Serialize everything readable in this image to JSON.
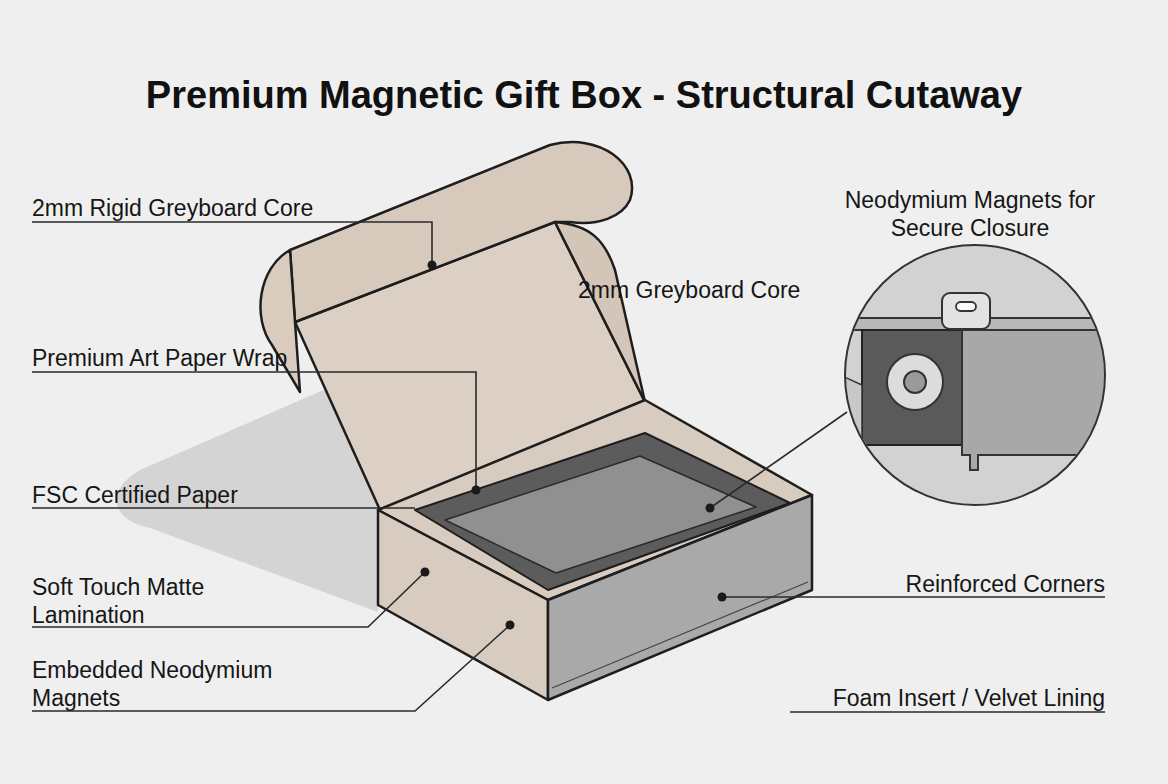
{
  "diagram": {
    "title": "Premium Magnetic Gift Box - Structural Cutaway",
    "labels": [
      "2mm Rigid Greyboard Core",
      "Neodymium Magnets for Secure Closure",
      "2mm Greyboard Core",
      "Premium Art Paper Wrap",
      "FSC Certified Paper",
      "Reinforced Corners",
      "Soft Touch Matte Lamination",
      "Embedded Neodymium Magnets",
      "Foam Insert / Velvet Lining"
    ]
  }
}
